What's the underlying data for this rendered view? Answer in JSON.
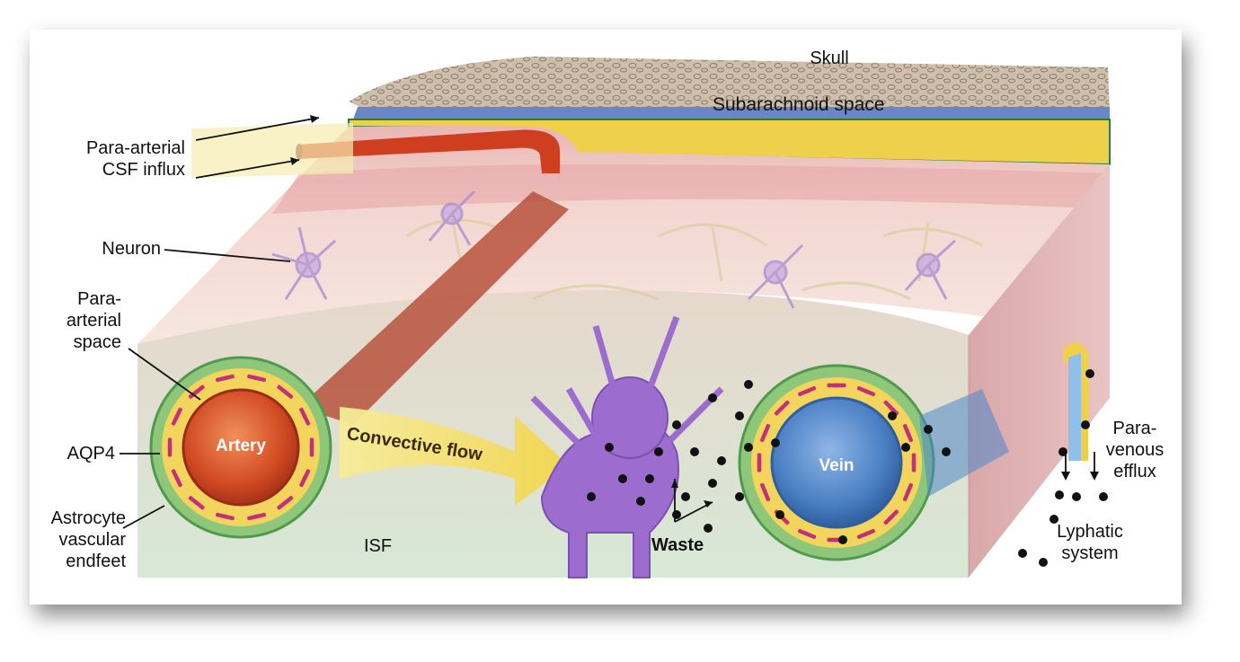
{
  "labels": {
    "skull": "Skull",
    "subarachnoid": "Subarachnoid space",
    "para_arterial_influx": "Para-arterial\nCSF influx",
    "neuron": "Neuron",
    "para_arterial_space": "Para-\narterial\nspace",
    "aqp4": "AQP4",
    "astrocyte_endfeet": "Astrocyte\nvascular\nendfeet",
    "artery": "Artery",
    "convective_flow": "Convective flow",
    "isf": "ISF",
    "waste": "Waste",
    "vein": "Vein",
    "para_venous_efflux": "Para-\nvenous\nefflux",
    "lymphatic_system": "Lyphatic\nsystem"
  },
  "colors": {
    "skull": "#c9b9a4",
    "csf_yellow": "#f2d64a",
    "artery_red": "#d0451f",
    "vein_blue": "#4c86c8",
    "aqp4_magenta": "#c2307a",
    "endfeet_green": "#8fc77a",
    "neuron_purple": "#9c6ccf",
    "tissue_pink": "#e8b4b4"
  }
}
